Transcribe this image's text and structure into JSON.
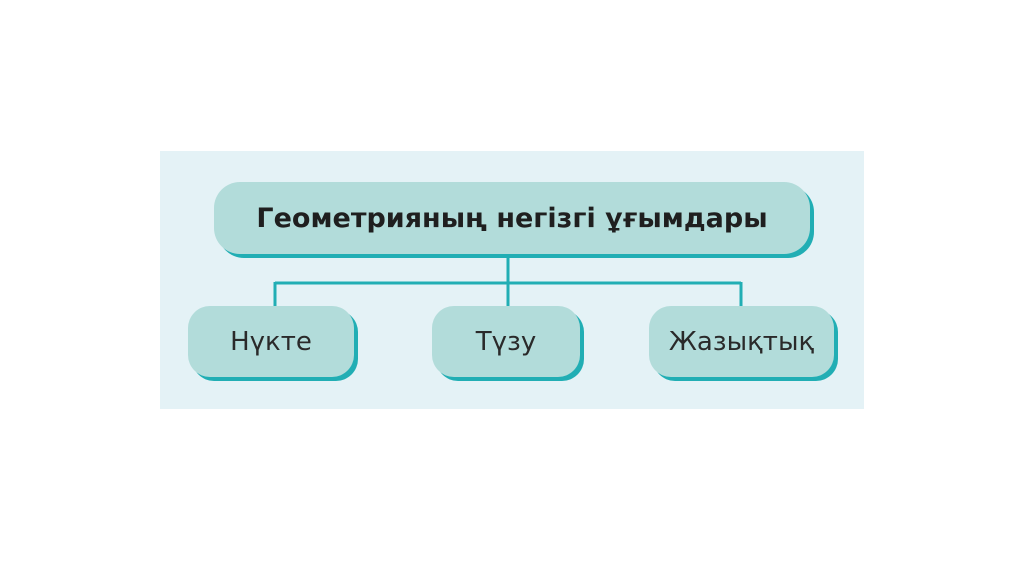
{
  "diagram": {
    "root": {
      "label": "Геометрияның негізгі ұғымдары"
    },
    "children": [
      {
        "label": "Нүкте"
      },
      {
        "label": "Түзу"
      },
      {
        "label": "Жазықтық"
      }
    ]
  },
  "colors": {
    "panel_background": "#e4f2f6",
    "node_fill": "#b2dcda",
    "node_shadow": "#21aeb4",
    "connector": "#21aeb4",
    "text": "#2a2a2a"
  }
}
